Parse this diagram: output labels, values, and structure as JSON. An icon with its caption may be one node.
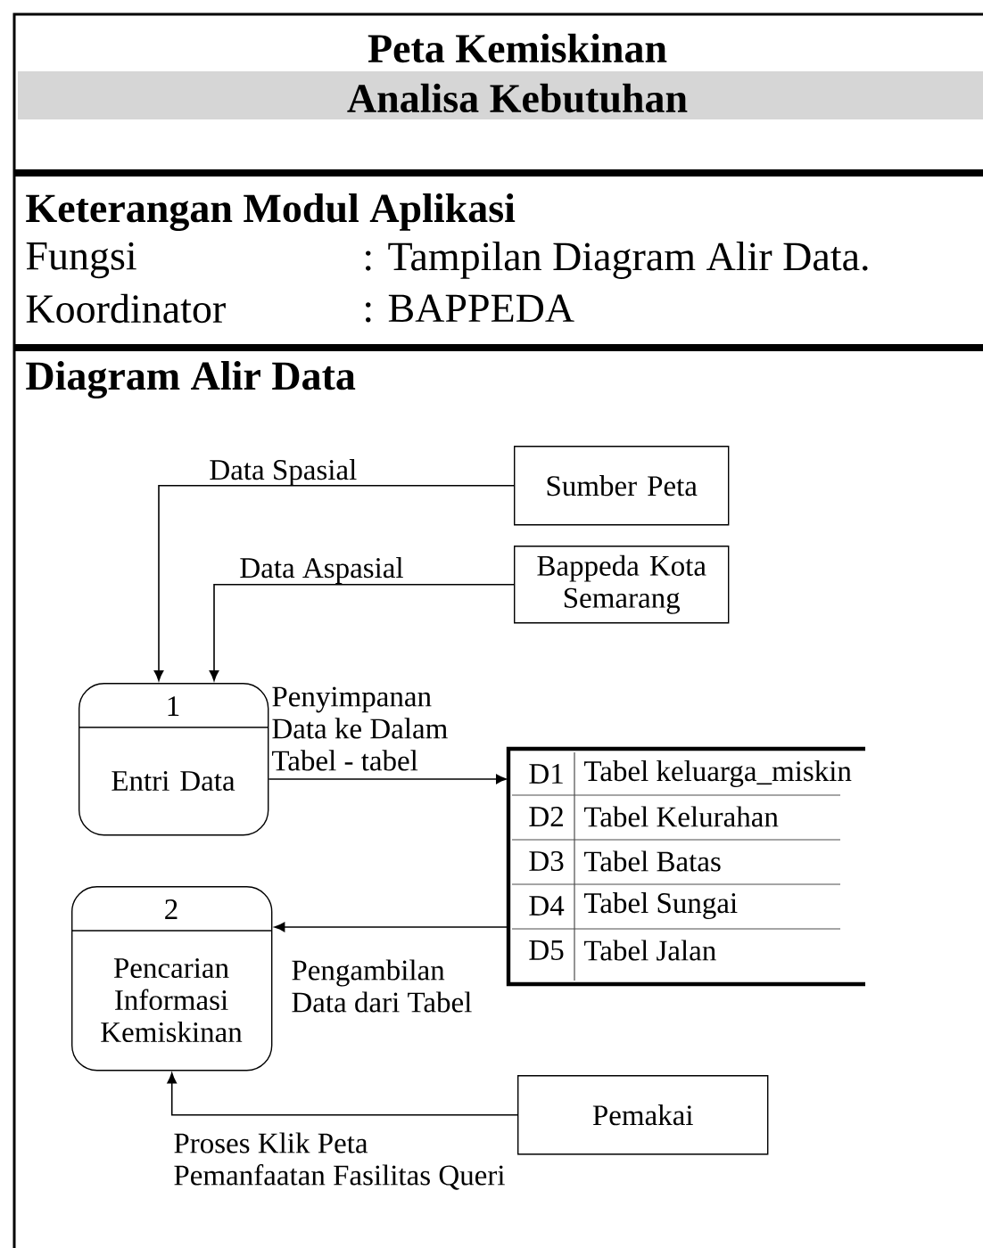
{
  "diagram": {
    "title": "Peta Kemiskinan",
    "nodes": [
      {
        "text": [
          "Sumber Peta"
        ]
      },
      {
        "text": [
          "Bappeda Kota Semarang"
        ]
      },
      {
        "text": [
          "1",
          "Entri Data"
        ]
      },
      {
        "text": [],
        "shape": "box"
      },
      {
        "text": [
          "D1",
          "Tabel keluarga_miskin"
        ],
        "in": 3
      },
      {
        "text": [
          "D2",
          "Tabel Kelurahan"
        ],
        "in": 3
      },
      {
        "text": [
          "D3",
          "Tabel Batas"
        ],
        "in": 3
      },
      {
        "text": [
          "D4",
          "Tabel Sungai"
        ],
        "in": 3
      },
      {
        "text": [
          "D5",
          "Tabel Jalan"
        ],
        "in": 3
      },
      {
        "text": [
          "2",
          "Pencarian Informasi Kemiskinan"
        ]
      },
      {
        "text": [
          "Pemakai"
        ]
      }
    ],
    "edges": [
      {
        "from": 0,
        "to": 2,
        "arrow": "to",
        "label": "Data Spasial"
      },
      {
        "from": 1,
        "to": 2,
        "arrow": "to",
        "label": "Data Aspasial"
      },
      {
        "from": 2,
        "to": 3,
        "arrow": "to",
        "label": "Penyimpanan Data ke Dalam Tabel - tabel"
      },
      {
        "from": 3,
        "to": 9,
        "arrow": "to",
        "label": "Pengambilan Data dari Tabel"
      },
      {
        "from": 10,
        "to": 9,
        "arrow": "to",
        "label": "Proses Klik Peta Pemanfaatan Fasilitas Queri"
      }
    ],
    "labels": [
      "Analisa Kebutuhan",
      "Keterangan Modul Aplikasi",
      "Fungsi",
      ": Tampilan Diagram Alir Data.",
      "Koordinator",
      ": BAPPEDA",
      "Diagram Alir Data"
    ]
  }
}
